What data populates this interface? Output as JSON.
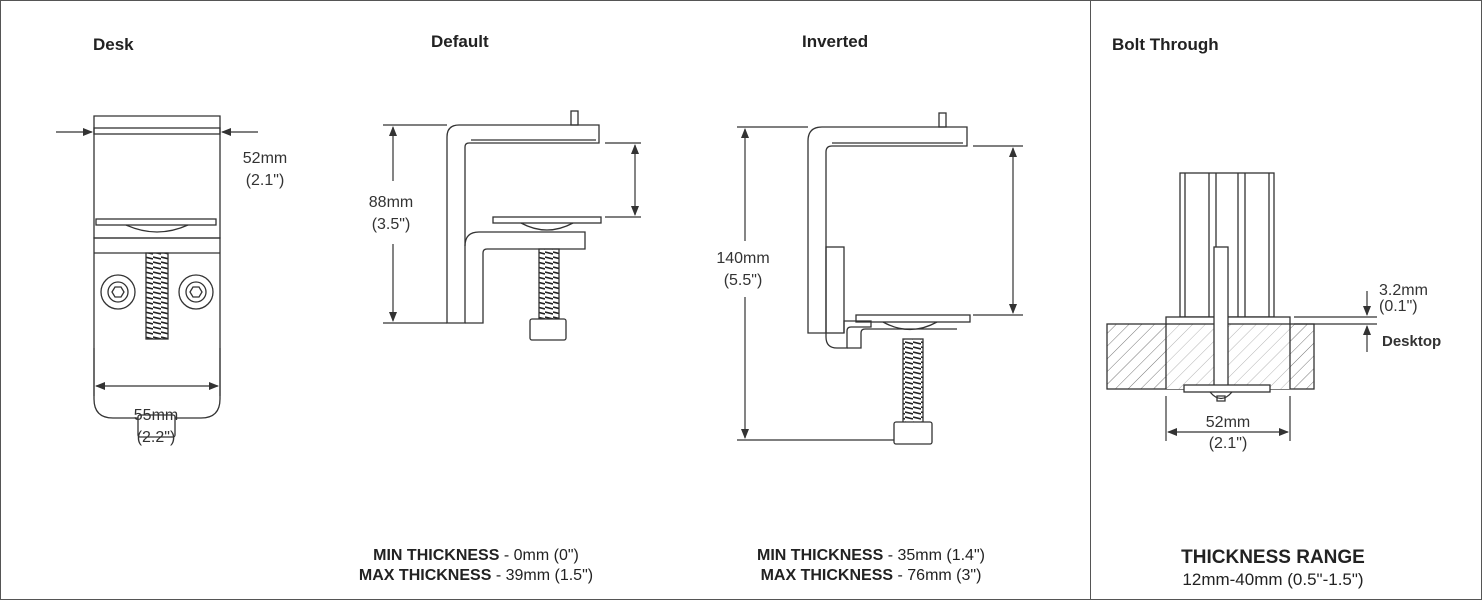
{
  "headings": {
    "desk": "Desk",
    "default": "Default",
    "inverted": "Inverted",
    "bolt_through": "Bolt Through"
  },
  "desk": {
    "top_dim_mm": "52mm",
    "top_dim_in": "(2.1\")",
    "bottom_dim_mm": "55mm",
    "bottom_dim_in": "(2.2\")"
  },
  "default": {
    "height_mm": "88mm",
    "height_in": "(3.5\")",
    "min_label": "MIN THICKNESS",
    "min_value": " - 0mm (0\")",
    "max_label": "MAX THICKNESS",
    "max_value": " - 39mm (1.5\")"
  },
  "inverted": {
    "height_mm": "140mm",
    "height_in": "(5.5\")",
    "min_label": "MIN THICKNESS",
    "min_value": " - 35mm (1.4\")",
    "max_label": "MAX THICKNESS",
    "max_value": " - 76mm (3\")"
  },
  "bolt_through": {
    "plate_dim_mm": "3.2mm",
    "plate_dim_in": "(0.1\")",
    "desktop_label": "Desktop",
    "width_mm": "52mm",
    "width_in": "(2.1\")",
    "range_title": "THICKNESS RANGE",
    "range_value": "12mm-40mm (0.5\"-1.5\")"
  }
}
